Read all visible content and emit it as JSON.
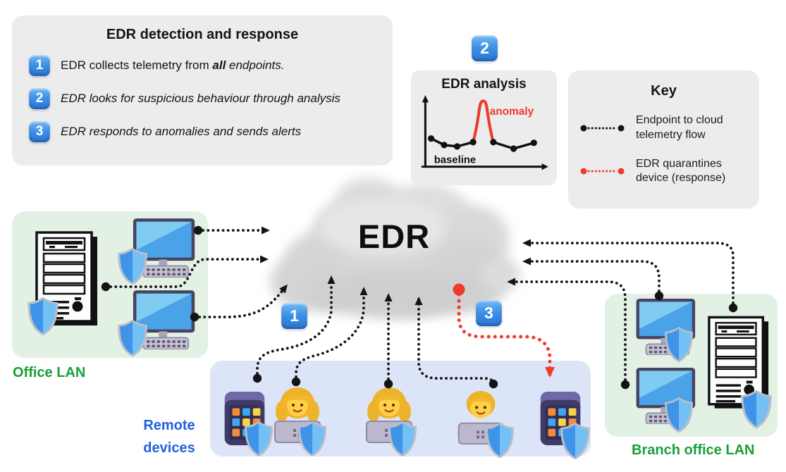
{
  "info_panel": {
    "title": "EDR detection and response",
    "steps": [
      {
        "num": "1",
        "prefix": "EDR collects telemetry from ",
        "emphasis": "all",
        "suffix": " endpoints."
      },
      {
        "num": "2",
        "text": "EDR looks for suspicious behaviour through analysis"
      },
      {
        "num": "3",
        "text": "EDR responds to anomalies and sends alerts"
      }
    ]
  },
  "analysis": {
    "badge": "2",
    "title": "EDR analysis",
    "anomaly_label": "anomaly",
    "baseline_label": "baseline"
  },
  "key_panel": {
    "title": "Key",
    "items": [
      {
        "label": "Endpoint to cloud telemetry flow",
        "color": "#141414"
      },
      {
        "label": "EDR quarantines device (response)",
        "color": "#ee3b2d"
      }
    ]
  },
  "cloud": {
    "label": "EDR"
  },
  "flow_badges": {
    "step1": "1",
    "step3": "3"
  },
  "zones": {
    "office": {
      "label": "Office LAN"
    },
    "remote": {
      "label": "Remote devices"
    },
    "branch": {
      "label": "Branch office LAN"
    }
  },
  "chart_data": {
    "type": "line",
    "title": "EDR analysis",
    "points": [
      [
        22,
        62
      ],
      [
        40,
        71
      ],
      [
        58,
        73
      ],
      [
        80,
        67
      ],
      [
        108,
        67
      ],
      [
        136,
        76
      ],
      [
        164,
        68
      ]
    ],
    "spike_after": 3,
    "peak": [
      94,
      10
    ],
    "series": [
      {
        "name": "baseline"
      },
      {
        "name": "anomaly"
      }
    ],
    "xlabel": "",
    "ylabel": ""
  },
  "colors": {
    "badge-blue": "#2e7cd9",
    "accent-red": "#ee3b2d",
    "green-label": "#18a035",
    "blue-label": "#2061dd",
    "panel-gray": "#ececec",
    "zone-green": "#e2f1e4",
    "zone-blue": "#dce4f8",
    "ink": "#141414"
  }
}
